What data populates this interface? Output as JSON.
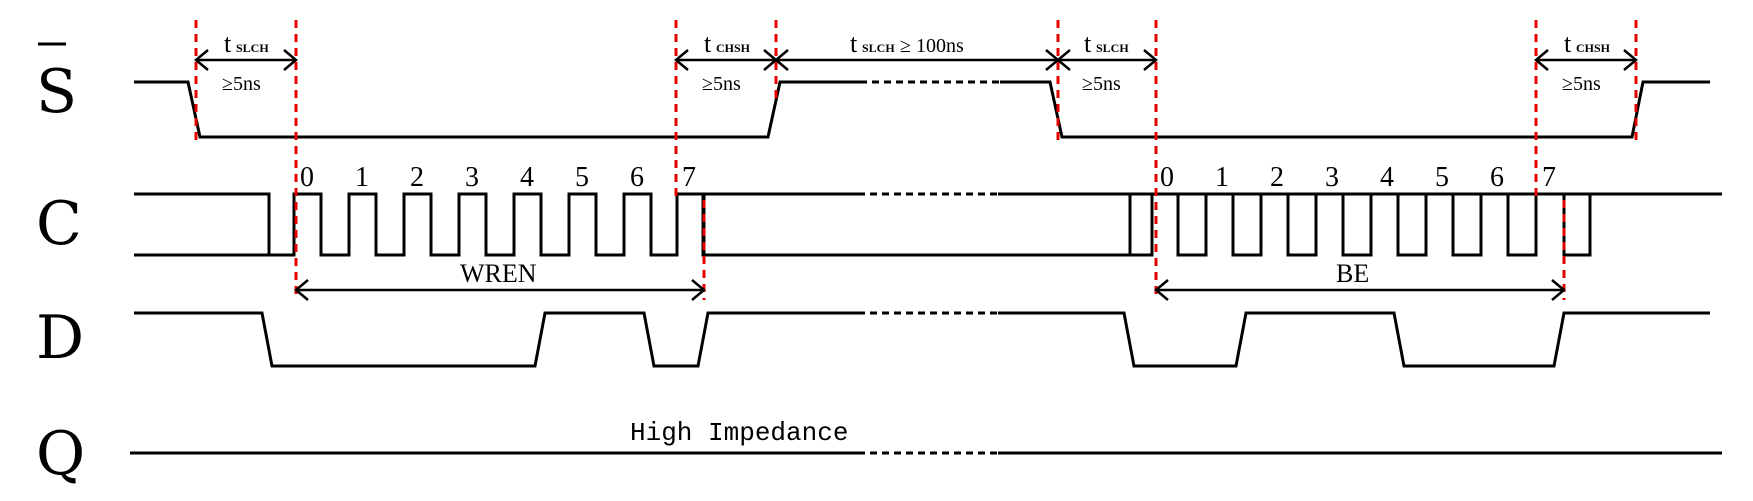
{
  "signals": {
    "s": "S",
    "c": "C",
    "d": "D",
    "q": "Q"
  },
  "timing": {
    "t_symbol": "t",
    "slch_sub": "SLCH",
    "chsh_sub": "CHSH",
    "min_5ns": "≥5ns",
    "min_100ns": "≥ 100ns"
  },
  "bits": [
    "0",
    "1",
    "2",
    "3",
    "4",
    "5",
    "6",
    "7"
  ],
  "commands": {
    "first": "WREN",
    "second": "BE"
  },
  "q_state": "High Impedance"
}
